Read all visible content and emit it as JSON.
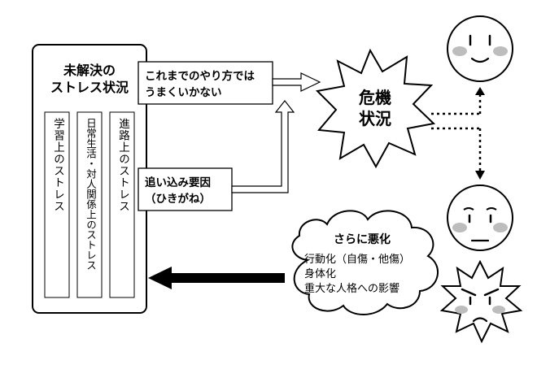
{
  "main_box": {
    "title_line1": "未解決の",
    "title_line2": "ストレス状況",
    "columns": [
      "学習上のストレス",
      "日常生活・対人関係上のストレス",
      "進路上のストレス"
    ]
  },
  "current_methods": {
    "line1": "これまでのやり方では",
    "line2": "うまくいかない"
  },
  "trigger": {
    "line1": "追い込み要因",
    "line2": "（ひきがね）"
  },
  "crisis": {
    "line1": "危機",
    "line2": "状況"
  },
  "worsen": {
    "title": "さらに悪化",
    "item1": "行動化（自傷・他傷）",
    "item2": "身体化",
    "item3": "重大な人格への影響"
  },
  "faces": [
    "smiling-face",
    "worried-face",
    "distressed-face"
  ],
  "colors": {
    "stroke": "#000000",
    "cheek": "#bdbdbd",
    "fill": "#ffffff"
  }
}
